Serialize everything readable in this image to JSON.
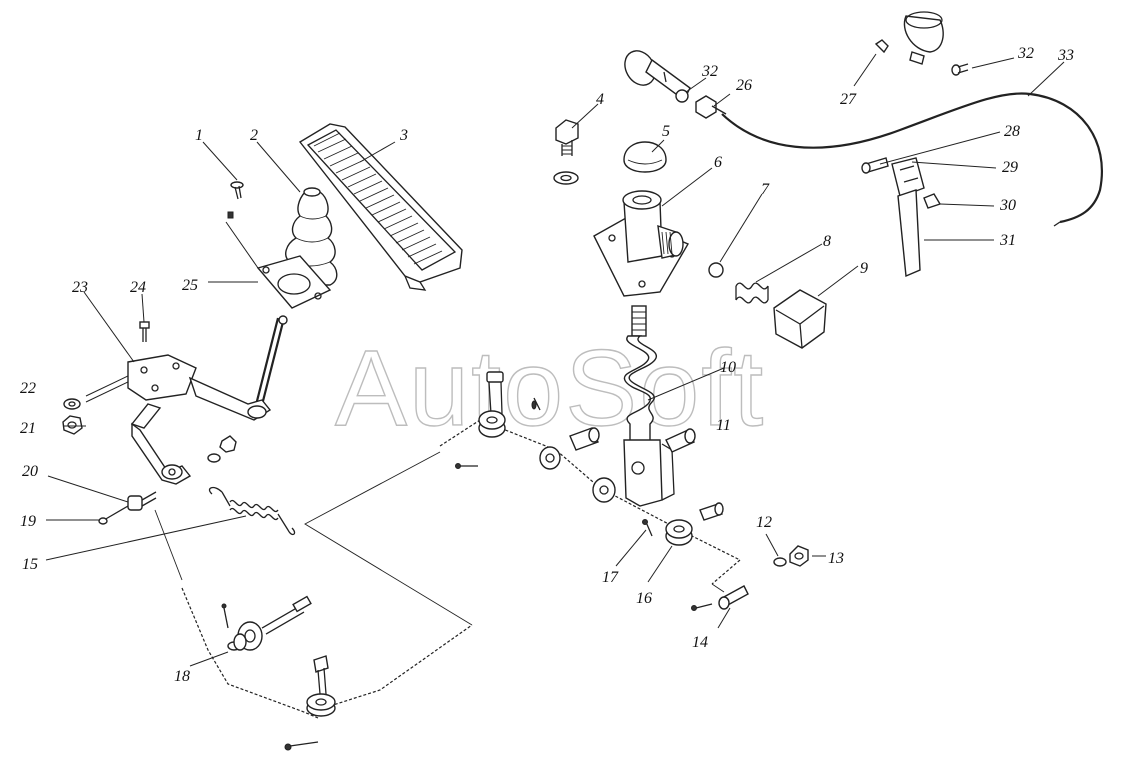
{
  "watermark": "AutoSoft",
  "callouts": {
    "c1": "1",
    "c2": "2",
    "c3": "3",
    "c4": "4",
    "c5": "5",
    "c6": "6",
    "c7": "7",
    "c8": "8",
    "c9": "9",
    "c10": "10",
    "c11": "11",
    "c12": "12",
    "c13": "13",
    "c14": "14",
    "c15": "15",
    "c16": "16",
    "c17": "17",
    "c18": "18",
    "c19": "19",
    "c20": "20",
    "c21": "21",
    "c22": "22",
    "c23": "23",
    "c24": "24",
    "c25": "25",
    "c26": "26",
    "c27": "27",
    "c28": "28",
    "c29": "29",
    "c30": "30",
    "c31": "31",
    "c32a": "32",
    "c32b": "32",
    "c33": "33"
  }
}
